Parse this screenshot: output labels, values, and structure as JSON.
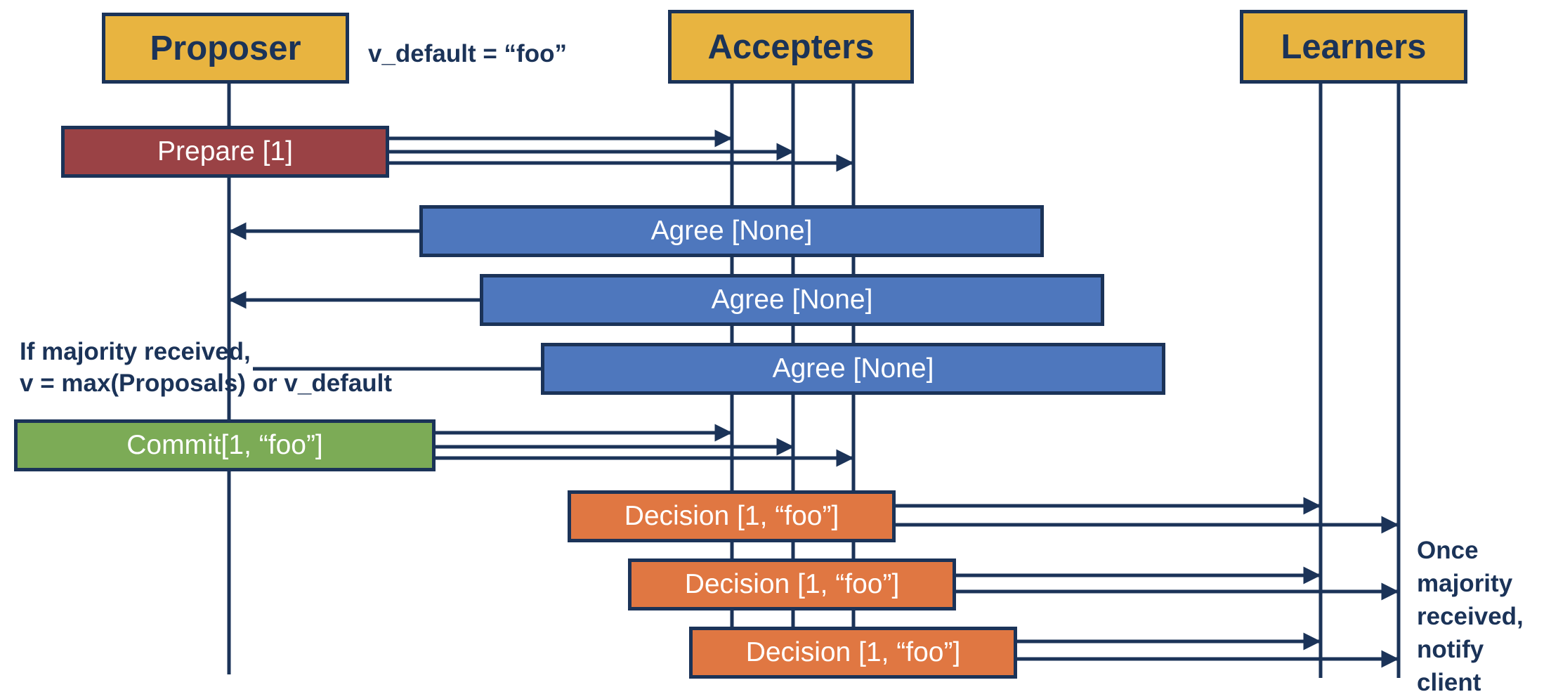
{
  "colors": {
    "ink": "#1b3358",
    "role_fill": "#e8b440",
    "prepare_fill": "#9a4245",
    "agree_fill": "#4e77bd",
    "commit_fill": "#7cab56",
    "decision_fill": "#e07742",
    "background": "#ffffff"
  },
  "roles": {
    "proposer": "Proposer",
    "accepters": "Accepters",
    "learners": "Learners"
  },
  "notes": {
    "v_default": "v_default = “foo”",
    "majority_line1": "If majority received,",
    "majority_line2": "v = max(Proposals) or v_default",
    "notify": [
      "Once",
      "majority",
      "received,",
      "notify",
      "client"
    ]
  },
  "messages": {
    "prepare": "Prepare [1]",
    "agree": [
      "Agree [None]",
      "Agree [None]",
      "Agree [None]"
    ],
    "commit": "Commit[1, “foo”]",
    "decision": [
      "Decision [1, “foo”]",
      "Decision [1, “foo”]",
      "Decision [1, “foo”]"
    ]
  }
}
